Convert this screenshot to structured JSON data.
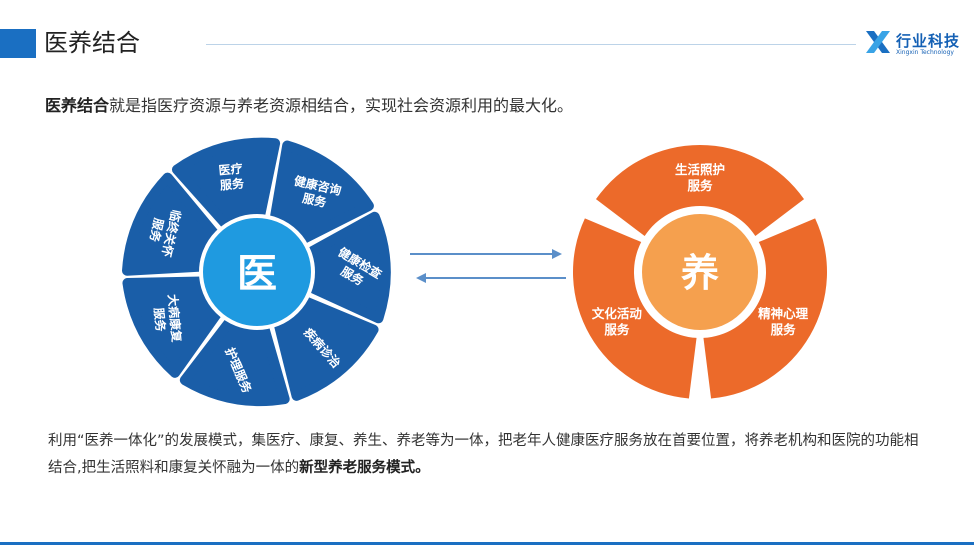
{
  "header": {
    "title": "医养结合",
    "logo_name": "行业科技",
    "logo_sub": "Xingxin Technology"
  },
  "intro": {
    "highlight": "医养结合",
    "text": "就是指医疗资源与养老资源相结合，实现社会资源利用的最大化。"
  },
  "left_wheel": {
    "center": "医",
    "petals": [
      {
        "line1": "医疗",
        "line2": "服务"
      },
      {
        "line1": "健康咨询",
        "line2": "服务"
      },
      {
        "line1": "健康检查",
        "line2": "服务"
      },
      {
        "line1": "疾病诊治",
        "line2": ""
      },
      {
        "line1": "护理服务",
        "line2": ""
      },
      {
        "line1": "大病康复",
        "line2": "服务"
      },
      {
        "line1": "临终关怀",
        "line2": "服务"
      }
    ],
    "colors": {
      "petal": "#1a5ea8",
      "center": "#1f9ae0"
    }
  },
  "right_wheel": {
    "center": "养",
    "segments": [
      {
        "line1": "生活照护",
        "line2": "服务"
      },
      {
        "line1": "精神心理",
        "line2": "服务"
      },
      {
        "line1": "文化活动",
        "line2": "服务"
      }
    ],
    "colors": {
      "segment": "#ec6a2a",
      "center": "#f5a04e"
    }
  },
  "footer": {
    "text": "利用“医养一体化”的发展模式，集医疗、康复、养生、养老等为一体，把老年人健康医疗服务放在首要位置，将养老机构和医院的功能相结合,把生活照料和康复关怀融为一体的",
    "highlight": "新型养老服务模式。"
  }
}
